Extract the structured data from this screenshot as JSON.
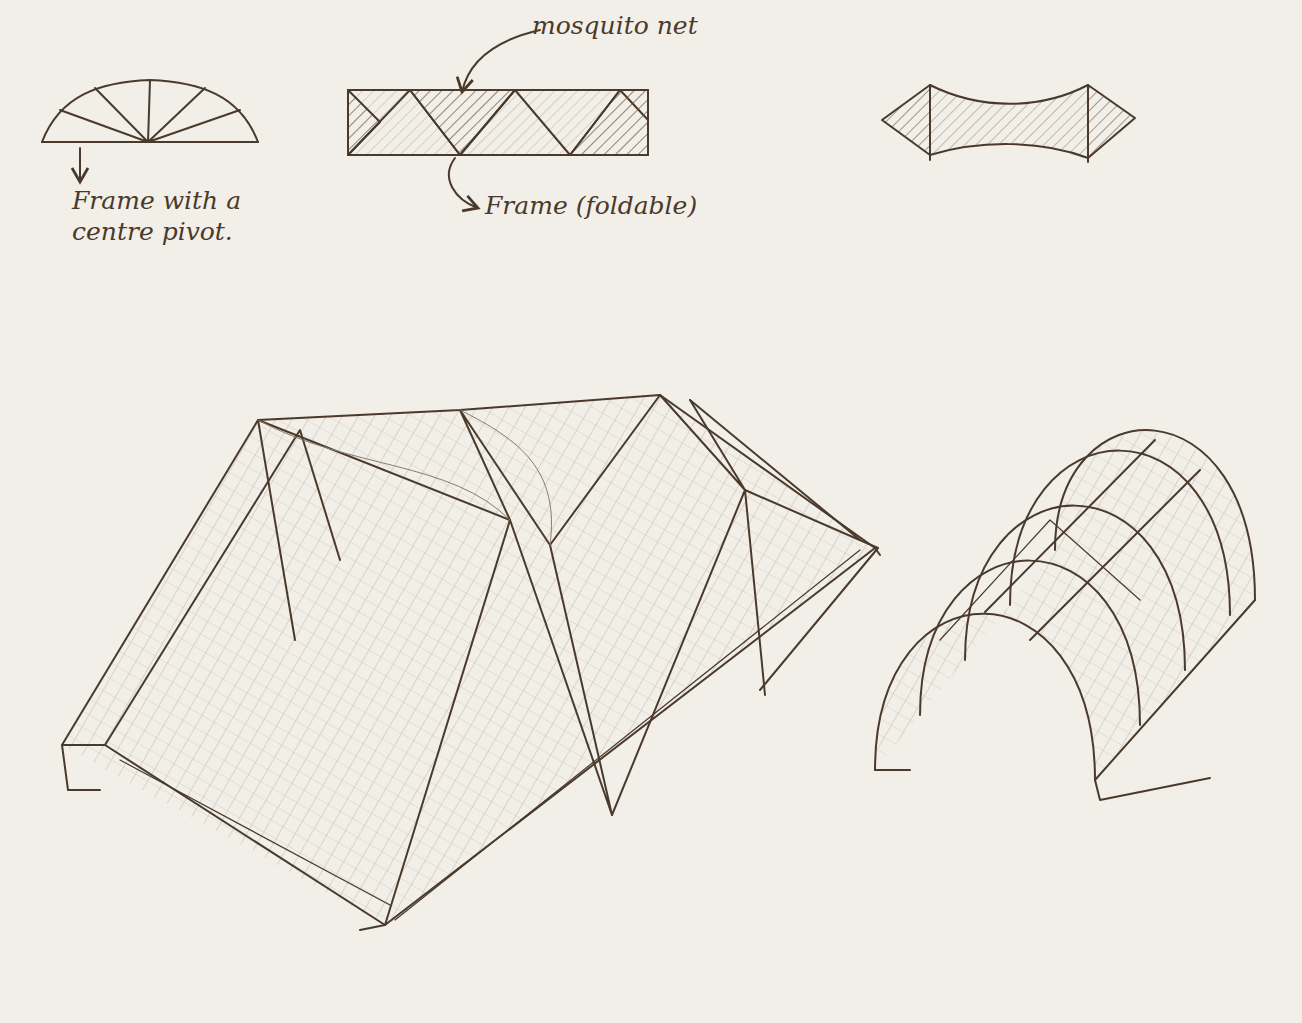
{
  "diagram": {
    "labels": [
      "mosquito net",
      "Frame with a centre pivot.",
      "Frame (foldable)"
    ]
  }
}
